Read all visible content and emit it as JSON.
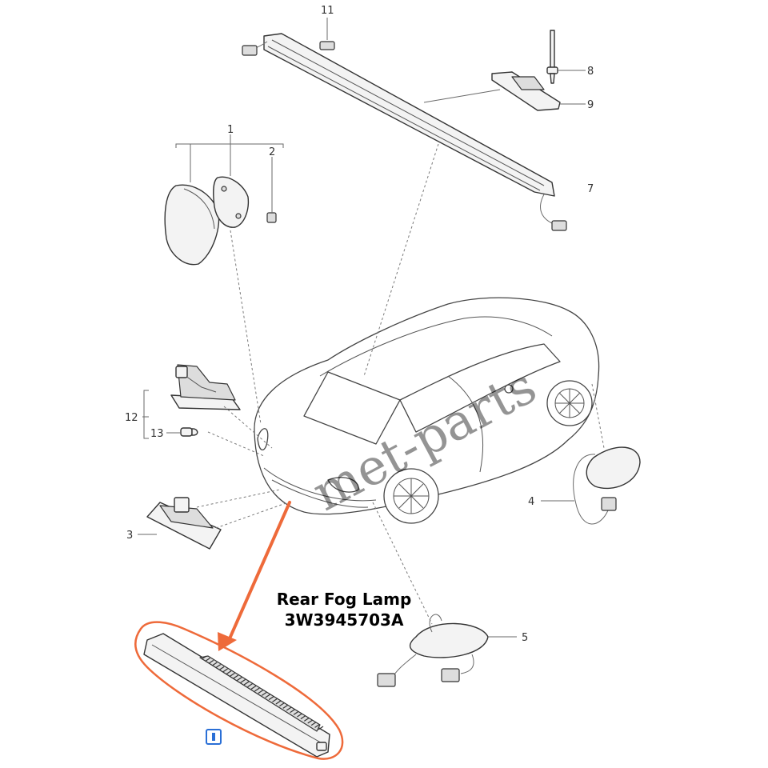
{
  "callout": {
    "line1": "Rear Fog Lamp",
    "line2": "3W3945703A",
    "arrow_color": "#ee6a3a",
    "highlight_color": "#ee6a3a"
  },
  "watermark": {
    "text": "met-parts"
  },
  "callouts": {
    "n1": "1",
    "n2": "2",
    "n3": "3",
    "n4": "4",
    "n5": "5",
    "n7": "7",
    "n8": "8",
    "n9": "9",
    "n11": "11",
    "n12": "12",
    "n13": "13"
  },
  "icons": {
    "badge": "info-square-icon"
  }
}
